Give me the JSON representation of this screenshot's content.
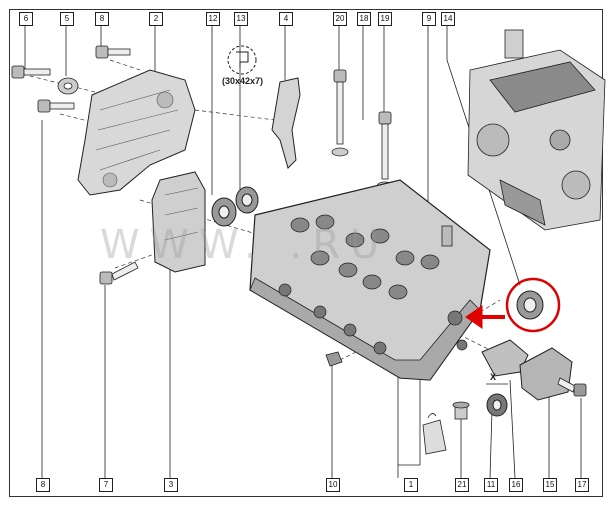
{
  "watermark": "WWW.    .RU",
  "spec_label": "(30x42x7)",
  "x_label": "X",
  "callouts_top": [
    "6",
    "5",
    "8",
    "2",
    "12",
    "13",
    "4",
    "20",
    "18",
    "19",
    "9",
    "14"
  ],
  "callouts_bottom": [
    "8",
    "7",
    "3",
    "10",
    "1",
    "21",
    "11",
    "16",
    "15",
    "17"
  ],
  "colors": {
    "highlight": "#e00000",
    "line": "#222222",
    "fill": "#dddddd",
    "fill_dark": "#9a9a9a"
  }
}
